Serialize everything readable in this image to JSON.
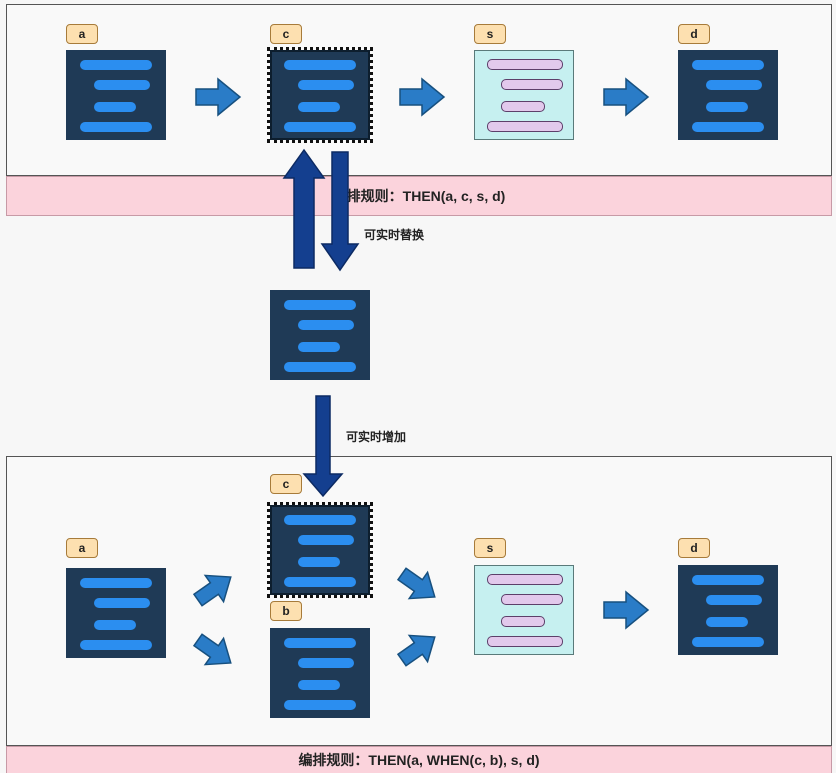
{
  "top": {
    "tags": [
      "a",
      "c",
      "s",
      "d"
    ],
    "rule": "编排规则：THEN(a, c, s, d)"
  },
  "middle": {
    "replace_note": "可实时替换",
    "add_note": "可实时增加"
  },
  "bottom": {
    "tags": [
      "a",
      "c",
      "b",
      "s",
      "d"
    ],
    "rule": "编排规则：THEN(a, WHEN(c, b), s, d)"
  },
  "colors": {
    "node_dark": "#1f3a56",
    "bar_blue": "#2b8ef0",
    "node_light": "#c6f0f0",
    "bar_pink": "#e2c9ec",
    "tag_fill": "#fde0b0",
    "rule_fill": "#fbd3dc",
    "arrow_blue": "#2a7cc7",
    "arrow_navy": "#143f8f"
  }
}
